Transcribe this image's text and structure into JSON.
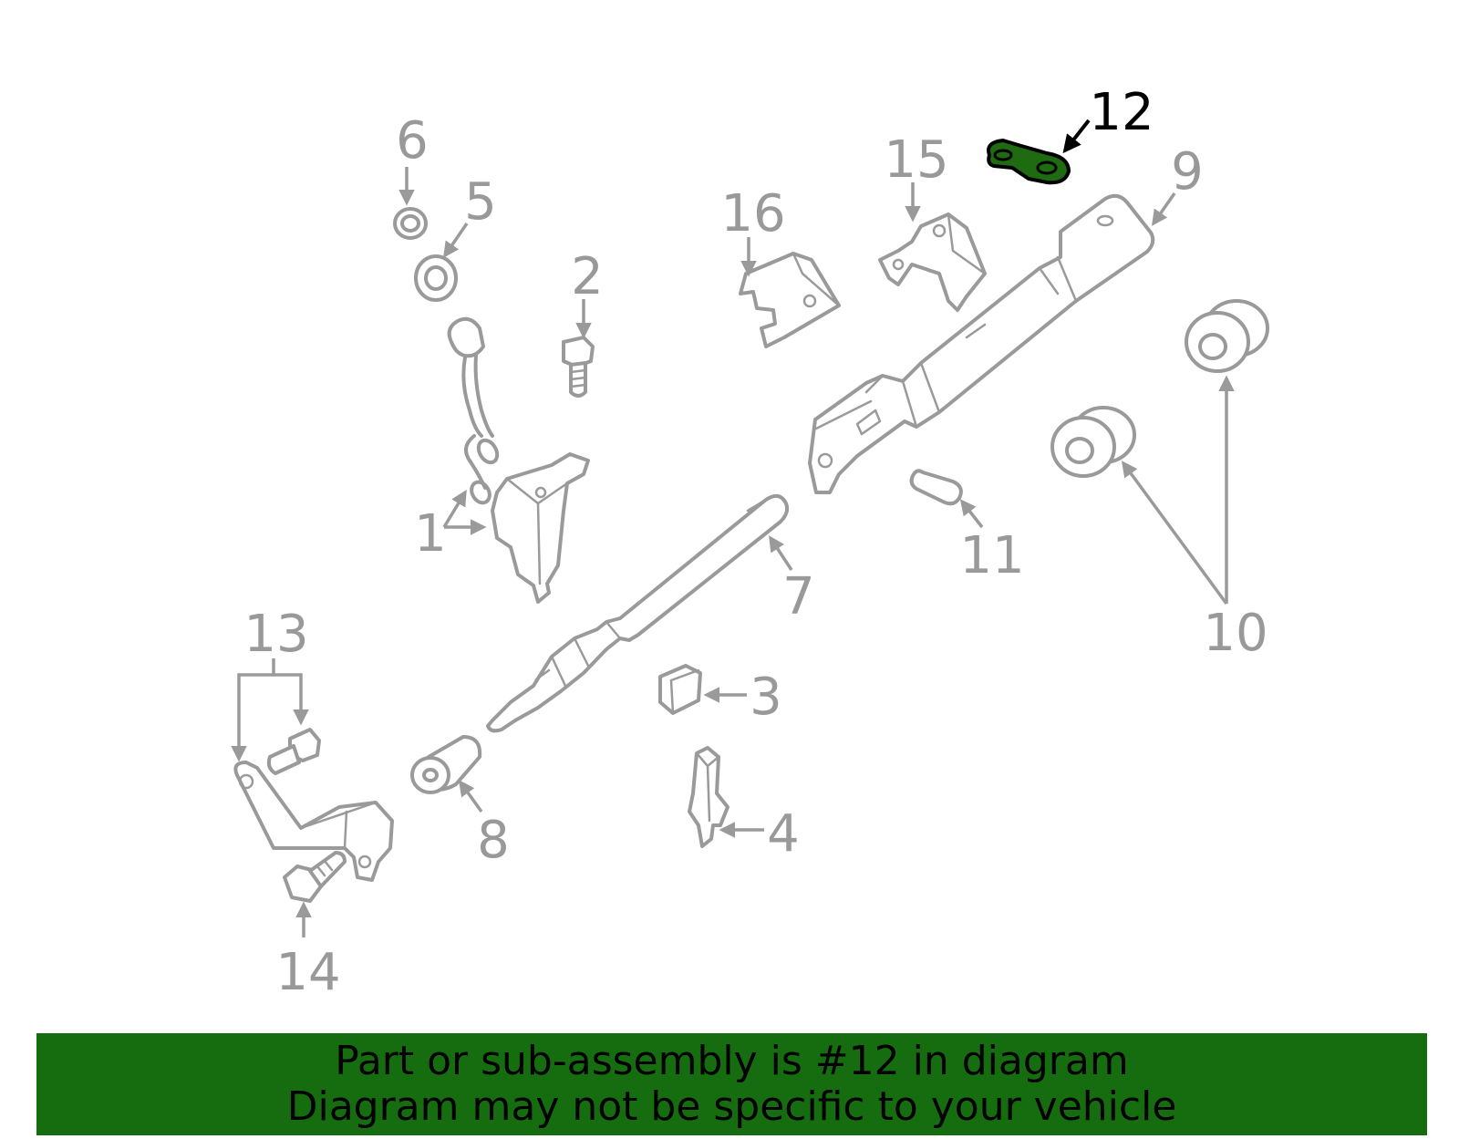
{
  "callouts": {
    "c1": "1",
    "c2": "2",
    "c3": "3",
    "c4": "4",
    "c5": "5",
    "c6": "6",
    "c7": "7",
    "c8": "8",
    "c9": "9",
    "c10": "10",
    "c11": "11",
    "c12": "12",
    "c13": "13",
    "c14": "14",
    "c15": "15",
    "c16": "16"
  },
  "highlighted_callout": "12",
  "colors": {
    "highlight_fill": "#1e6b12",
    "banner_background": "#166d0f",
    "part_stroke": "#9a9a9a"
  },
  "banner": {
    "line1": "Part or sub-assembly is #12 in diagram",
    "line2": "Diagram may not be specific to your vehicle"
  }
}
